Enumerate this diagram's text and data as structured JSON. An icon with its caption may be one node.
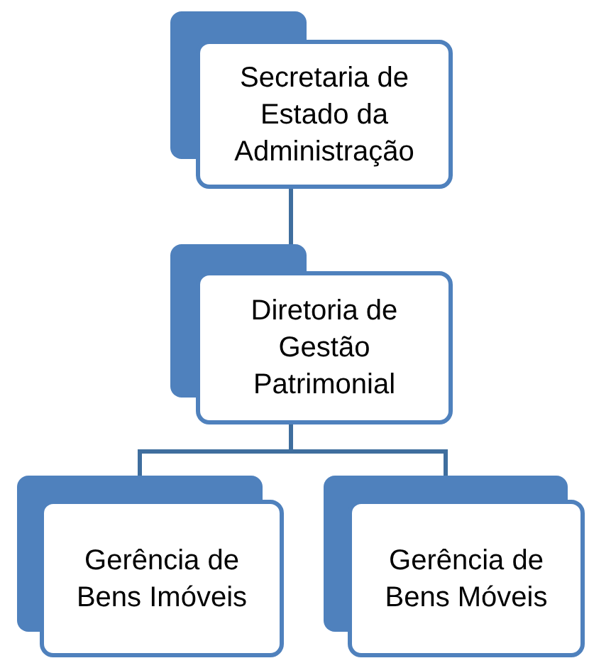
{
  "diagram": {
    "nodes": [
      {
        "text": [
          "Secretaria de Estado da Administração"
        ]
      },
      {
        "text": [
          "Diretoria de Gestão Patrimonial"
        ]
      },
      {
        "text": [
          "Gerência de Bens Imóveis"
        ]
      },
      {
        "text": [
          "Gerência de Bens Móveis"
        ]
      }
    ],
    "edges": [
      {
        "from": 0,
        "to": 1,
        "arrow": "none"
      },
      {
        "from": 1,
        "to": 2,
        "arrow": "none"
      },
      {
        "from": 1,
        "to": 3,
        "arrow": "none"
      }
    ]
  }
}
